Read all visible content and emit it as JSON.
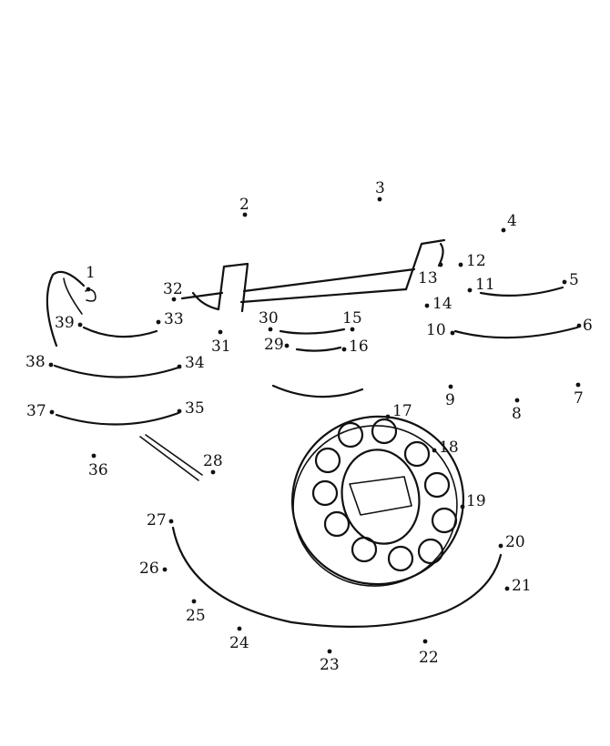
{
  "puzzle": {
    "points": [
      {
        "label": "1"
      },
      {
        "label": "2"
      },
      {
        "label": "3"
      },
      {
        "label": "4"
      },
      {
        "label": "5"
      },
      {
        "label": "6"
      },
      {
        "label": "7"
      },
      {
        "label": "8"
      },
      {
        "label": "9"
      },
      {
        "label": "10"
      },
      {
        "label": "11"
      },
      {
        "label": "12"
      },
      {
        "label": "13"
      },
      {
        "label": "14"
      },
      {
        "label": "15"
      },
      {
        "label": "16"
      },
      {
        "label": "17"
      },
      {
        "label": "18"
      },
      {
        "label": "19"
      },
      {
        "label": "20"
      },
      {
        "label": "21"
      },
      {
        "label": "22"
      },
      {
        "label": "23"
      },
      {
        "label": "24"
      },
      {
        "label": "25"
      },
      {
        "label": "26"
      },
      {
        "label": "27"
      },
      {
        "label": "28"
      },
      {
        "label": "29"
      },
      {
        "label": "30"
      },
      {
        "label": "31"
      },
      {
        "label": "32"
      },
      {
        "label": "33"
      },
      {
        "label": "34"
      },
      {
        "label": "35"
      },
      {
        "label": "36"
      },
      {
        "label": "37"
      },
      {
        "label": "38"
      },
      {
        "label": "39"
      }
    ]
  }
}
